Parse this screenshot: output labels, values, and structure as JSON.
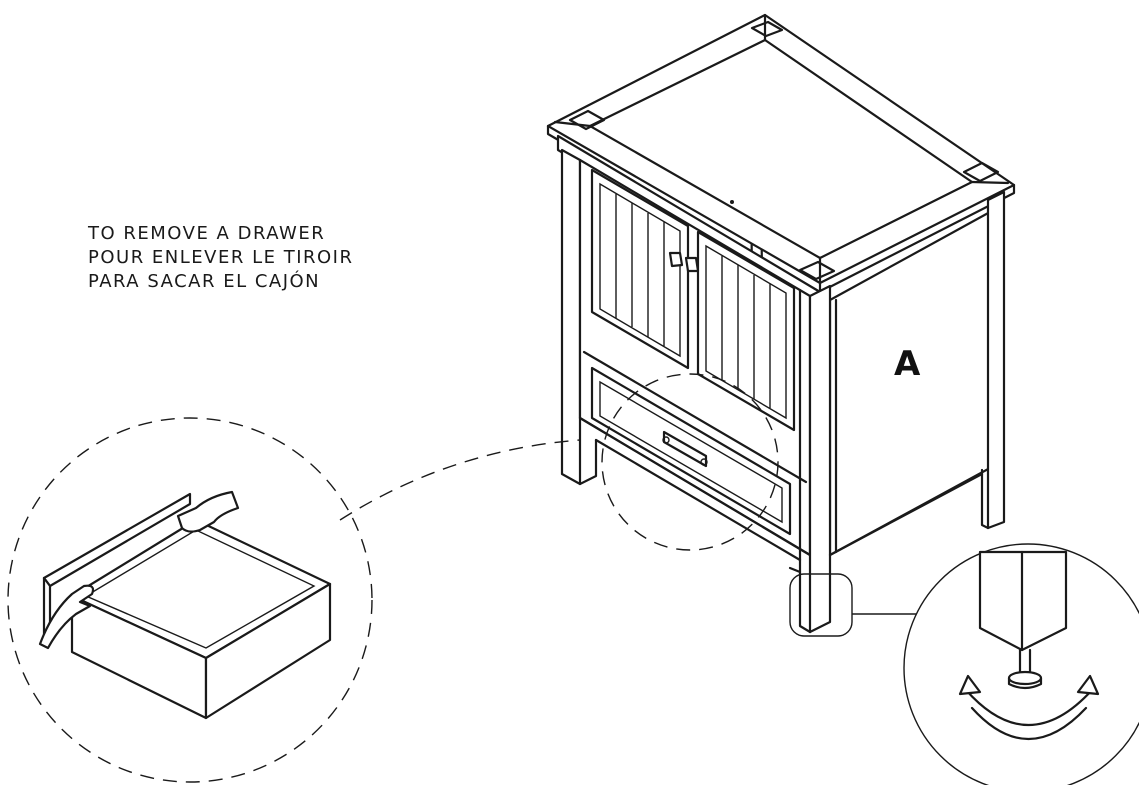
{
  "instructions": {
    "line1": "TO REMOVE A DRAWER",
    "line2": "POUR ENLEVER LE TIROIR",
    "line3": "PARA SACAR EL CAJÓN"
  },
  "part_label": "A",
  "colors": {
    "line": "#1a1a1a",
    "background": "#ffffff"
  },
  "icons": [
    "drawer-detail-callout",
    "leveling-foot-callout",
    "rotate-arrows-icon"
  ]
}
